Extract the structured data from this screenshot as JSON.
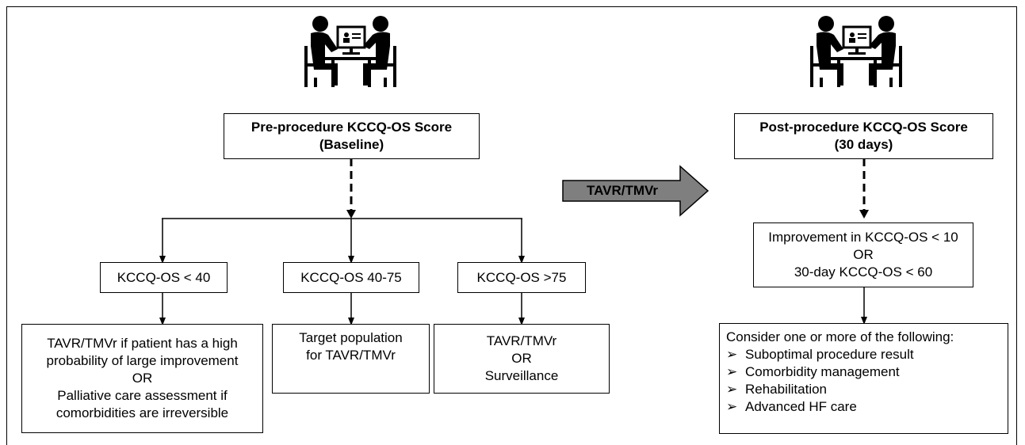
{
  "pre_box": {
    "line1": "Pre-procedure KCCQ-OS Score",
    "line2": "(Baseline)"
  },
  "post_box": {
    "line1": "Post-procedure KCCQ-OS Score",
    "line2": "(30 days)"
  },
  "procedure_arrow": {
    "label": "TAVR/TMVr",
    "fill_color": "#7f7f7f"
  },
  "categories": [
    {
      "label": "KCCQ-OS < 40"
    },
    {
      "label": "KCCQ-OS 40-75"
    },
    {
      "label": "KCCQ-OS >75"
    }
  ],
  "outcomes": {
    "low": {
      "line1": "TAVR/TMVr if patient has a high",
      "line2": "probability of large improvement",
      "line3": "OR",
      "line4": "Palliative care assessment if",
      "line5": "comorbidities are irreversible"
    },
    "mid": {
      "line1": "Target population",
      "line2": "for TAVR/TMVr"
    },
    "high": {
      "line1": "TAVR/TMVr",
      "line2": "OR",
      "line3": "Surveillance"
    }
  },
  "improvement_box": {
    "line1": "Improvement in KCCQ-OS < 10",
    "line2": "OR",
    "line3": "30-day KCCQ-OS < 60"
  },
  "consider_box": {
    "title": "Consider one or more of the following:",
    "bullet_glyph": "➢",
    "items": [
      "Suboptimal procedure result",
      "Comorbidity management",
      "Rehabilitation",
      "Advanced HF care"
    ]
  },
  "icons": {
    "left": "doctor-patient-computer-icon",
    "right": "doctor-patient-computer-icon"
  }
}
